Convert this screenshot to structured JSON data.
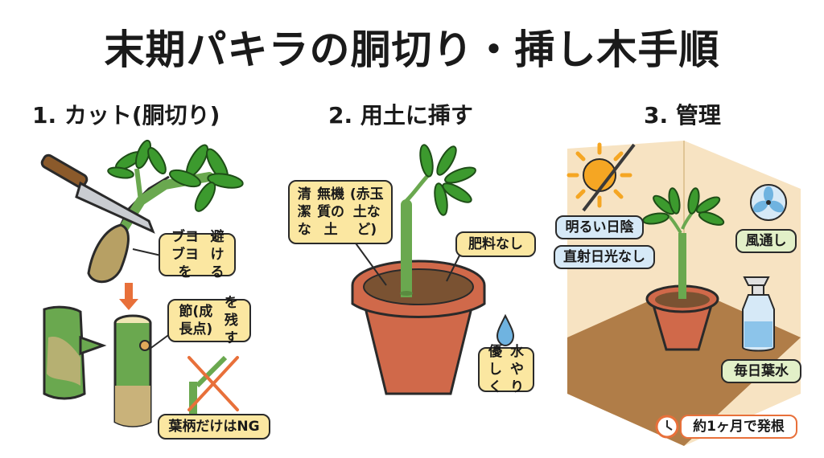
{
  "title": "末期パキラの胴切り・挿し木手順",
  "sections": [
    {
      "heading": "1. カット(胴切り)"
    },
    {
      "heading": "2. 用土に挿す"
    },
    {
      "heading": "3. 管理"
    }
  ],
  "step1": {
    "avoid_label": [
      "ブヨブヨを",
      "避ける"
    ],
    "node_label": [
      "節(成長点)",
      "を残す"
    ],
    "petiole_ng": "葉柄だけはNG"
  },
  "step2": {
    "soil_label": [
      "清潔な",
      "無機質の土",
      "(赤玉土など)"
    ],
    "no_fertilizer": "肥料なし",
    "watering": [
      "優しく",
      "水やり"
    ]
  },
  "step3": {
    "bright_shade": "明るい日陰",
    "no_direct_sun": "直射日光なし",
    "ventilation": "風通し",
    "misting": "毎日葉水",
    "rooting": "約1ヶ月で発根"
  },
  "colors": {
    "label_yellow": "#fbe7a1",
    "label_blue": "#d6e9f7",
    "label_green": "#e2f0c8",
    "stem_green": "#6aa84f",
    "leaf_green": "#3c9a2e",
    "pot": "#d0694a",
    "room_wall": "#f7e3c2",
    "floor": "#b07d48"
  }
}
